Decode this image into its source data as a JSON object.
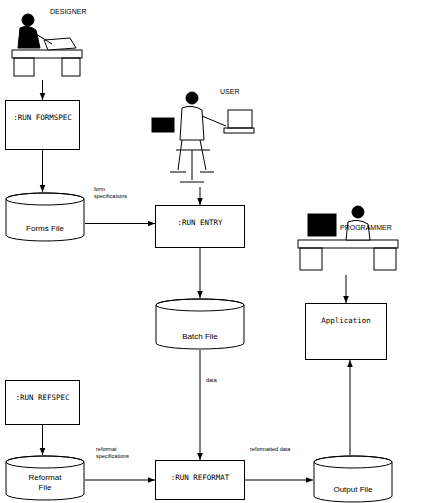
{
  "diagram": {
    "nodes": [
      {
        "text": [
          "DESIGNER"
        ]
      },
      {
        "text": [
          ":RUN FORMSPEC"
        ]
      },
      {
        "text": [
          "USER"
        ]
      },
      {
        "text": [
          "Forms File"
        ]
      },
      {
        "text": [
          ":RUN ENTRY"
        ]
      },
      {
        "text": [
          "PROGRAMMER"
        ]
      },
      {
        "text": [
          "Batch File"
        ]
      },
      {
        "text": [
          "Application"
        ]
      },
      {
        "text": [
          ":RUN REFSPEC"
        ]
      },
      {
        "text": [
          "Reformat File"
        ]
      },
      {
        "text": [
          ":RUN REFORMAT"
        ]
      },
      {
        "text": [
          "Output File"
        ]
      }
    ],
    "edges": [
      {
        "from": 0,
        "to": 1,
        "arrow": "to"
      },
      {
        "from": 1,
        "to": 3,
        "arrow": "to"
      },
      {
        "from": 3,
        "to": 4,
        "arrow": "to",
        "label": "form specifications"
      },
      {
        "from": 2,
        "to": 4,
        "arrow": "to"
      },
      {
        "from": 4,
        "to": 6,
        "arrow": "to"
      },
      {
        "from": 6,
        "to": 10,
        "arrow": "to",
        "label": "data"
      },
      {
        "from": 8,
        "to": 9,
        "arrow": "to"
      },
      {
        "from": 9,
        "to": 10,
        "arrow": "to",
        "label": "reformat specifications"
      },
      {
        "from": 10,
        "to": 11,
        "arrow": "to",
        "label": "reformatted data"
      },
      {
        "from": 11,
        "to": 7,
        "arrow": "to"
      },
      {
        "from": 5,
        "to": 7,
        "arrow": "to"
      }
    ]
  }
}
